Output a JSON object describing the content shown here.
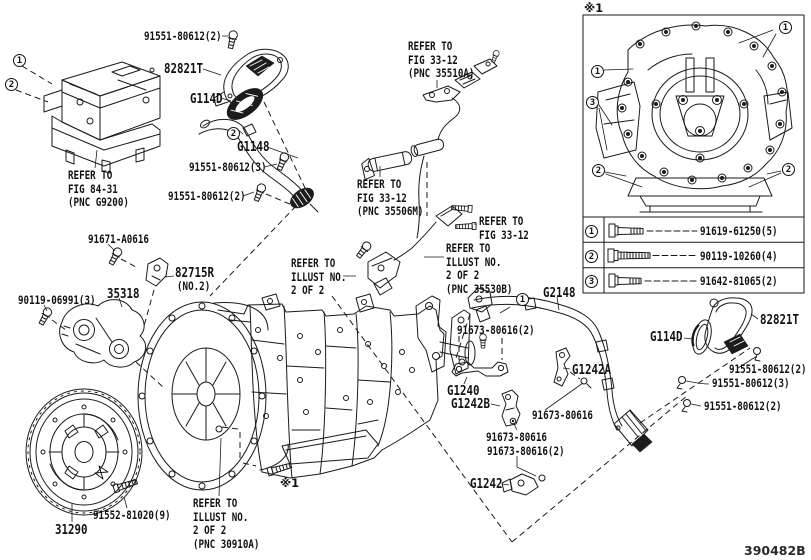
{
  "meta": {
    "figure_code": "390482B",
    "footnote_marker": "※1"
  },
  "callouts": {
    "n1": "1",
    "n2": "2",
    "n3": "3"
  },
  "labels": {
    "bolt_top": "91551-80612(2)",
    "cover_left": "82821T",
    "gasket_left": "G114D",
    "hose": "G1148",
    "bolt_left_3": "91551-80612(3)",
    "bolt_left_2": "91551-80612(2)",
    "stud": "91671-A0616",
    "clamp": "82715R",
    "clamp_no": "(NO.2)",
    "bracket": "35318",
    "bracket_bolt": "90119-06991(3)",
    "flywheel": "31290",
    "flywheel_bolt": "91552-81020(9)",
    "harness": "G2148",
    "sensor_bolt_pair": "91673-80616(2)",
    "g1240": "G1240",
    "g1242b": "G1242B",
    "g1242a": "G1242A",
    "bolt_mid": "91673-80616",
    "bolt_low": "91673-80616",
    "bolt_low_pair": "91673-80616(2)",
    "g1242": "G1242",
    "cover_right": "82821T",
    "gasket_right": "G114D",
    "bolt_right_2a": "91551-80612(2)",
    "bolt_right_3": "91551-80612(3)",
    "bolt_right_2b": "91551-80612(2)"
  },
  "refs": {
    "fig_84_31": [
      "REFER TO",
      "FIG 84-31",
      "(PNC G9200)"
    ],
    "fig_33_12_a": [
      "REFER TO",
      "FIG 33-12",
      "(PNC 35510A)"
    ],
    "fig_33_12_b": [
      "REFER TO",
      "FIG 33-12",
      "(PNC 35506M)"
    ],
    "fig_33_12_c": [
      "REFER TO",
      "FIG 33-12"
    ],
    "illust_35530b": [
      "REFER TO",
      "ILLUST NO.",
      "2 OF 2",
      "(PNC 35530B)"
    ],
    "illust_mid": [
      "REFER TO",
      "ILLUST NO.",
      "2 OF 2"
    ],
    "illust_30910a": [
      "REFER TO",
      "ILLUST NO.",
      "2 OF 2",
      "(PNC 30910A)"
    ]
  },
  "legend": {
    "rows": [
      {
        "num": "1",
        "part": "91619-61250(5)"
      },
      {
        "num": "2",
        "part": "90119-10260(4)"
      },
      {
        "num": "3",
        "part": "91642-81065(2)"
      }
    ]
  }
}
